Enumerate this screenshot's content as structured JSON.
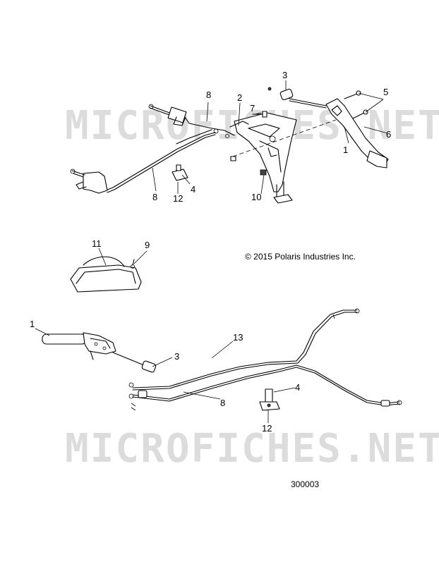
{
  "watermarks": [
    "MICROFICHES.NET",
    "MICROFICHES.NET"
  ],
  "copyright": "© 2015 Polaris Industries Inc.",
  "figure_number": "300003",
  "callouts": {
    "c1_top": "1",
    "c2_top": "2",
    "c3_top": "3",
    "c4_top": "4",
    "c5_top": "5",
    "c6_top": "6",
    "c7_top": "7",
    "c8_top_a": "8",
    "c8_top_b": "8",
    "c9": "9",
    "c10": "10",
    "c11": "11",
    "c12_top": "12",
    "c1_bottom": "1",
    "c3_bottom": "3",
    "c4_bottom": "4",
    "c8_bottom": "8",
    "c12_bottom": "12",
    "c13": "13"
  }
}
